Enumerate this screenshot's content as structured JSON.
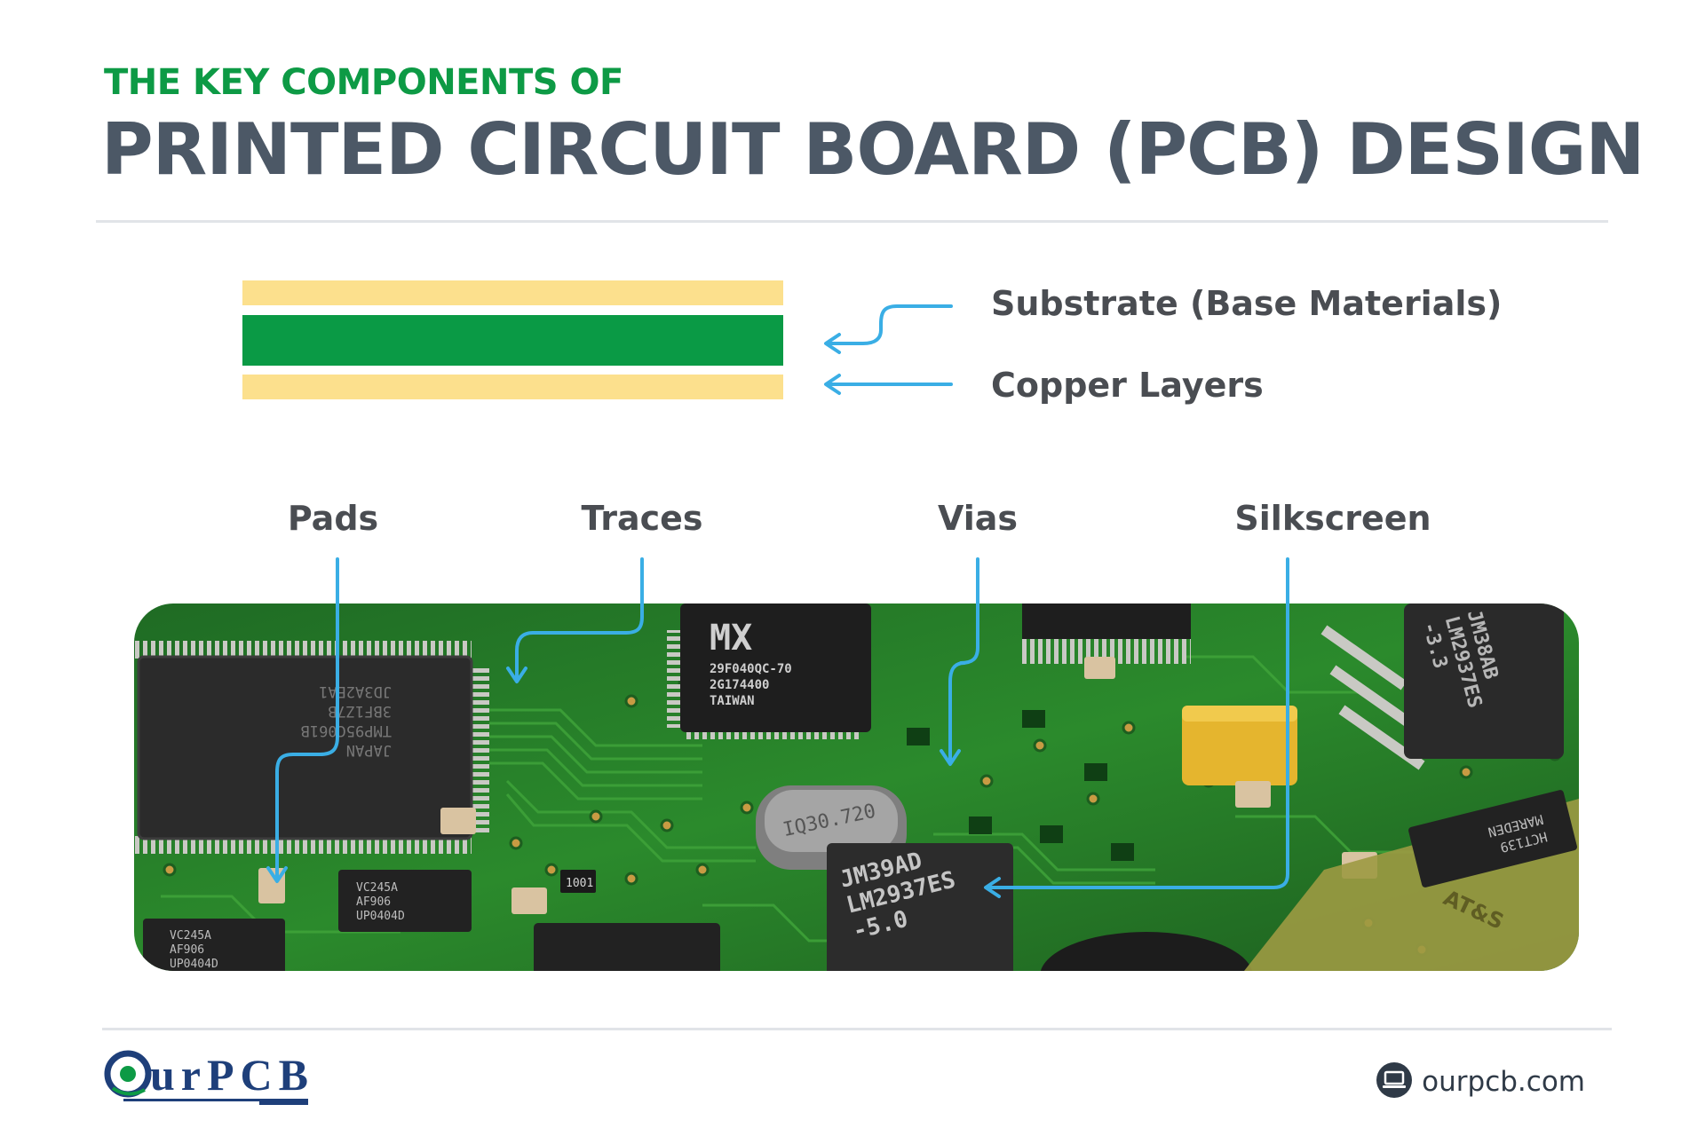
{
  "header": {
    "subtitle": "THE KEY COMPONENTS OF",
    "title": "PRINTED CIRCUIT BOARD (PCB) DESIGN"
  },
  "layer_stack": {
    "callouts": {
      "substrate": "Substrate (Base Materials)",
      "copper": "Copper Layers"
    },
    "colors": {
      "copper": "#fce08d",
      "substrate": "#0a9a45",
      "arrow": "#3aaee5"
    }
  },
  "board_photo": {
    "labels": {
      "pads": "Pads",
      "traces": "Traces",
      "vias": "Vias",
      "silkscreen": "Silkscreen"
    },
    "chip_markings": {
      "qfp_left": [
        "JAPAN",
        "TMP95C061B",
        "3BF1Z7B",
        "JD3A2EA1"
      ],
      "mx_chip": [
        "MX",
        "29F040QC-70",
        "2G174400",
        "TAIWAN"
      ],
      "crystal": "IQ30.720",
      "regulator": [
        "JM39AD",
        "LM2937ES",
        "-5.0"
      ],
      "reg_top_right": [
        "JM38AB",
        "LM2937ES",
        "-3.3"
      ],
      "resistor": "1001",
      "small_ics": [
        [
          "VC245A",
          "AF906",
          "UP0404D"
        ],
        [
          "VC245A",
          "AF906",
          "UP0404D"
        ]
      ],
      "hc_chip": [
        "HCT139",
        "MAREDEN"
      ],
      "board_text": "AT&S"
    }
  },
  "footer": {
    "brand": "OurPCB",
    "website": "ourpcb.com",
    "brand_color": "#1e3f7a"
  }
}
